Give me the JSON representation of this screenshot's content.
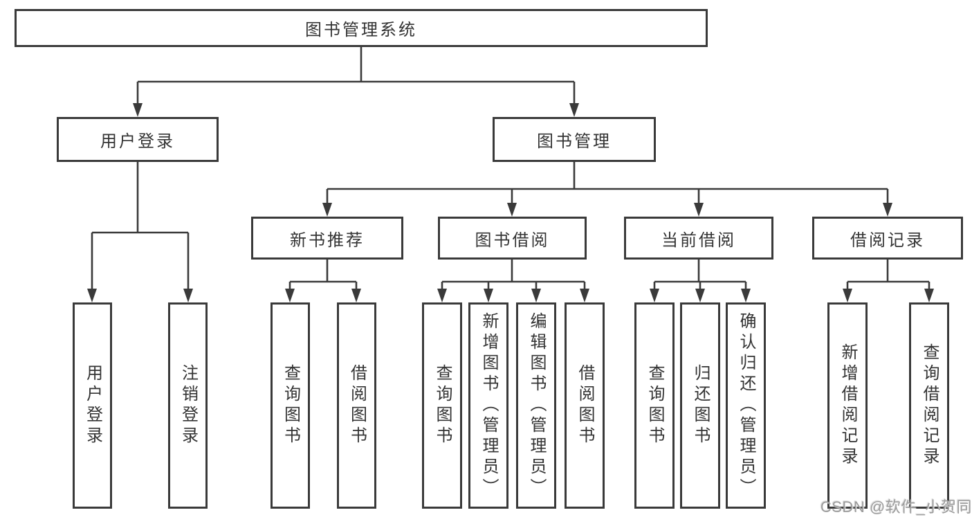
{
  "diagram_title": "图书管理系统",
  "tree": {
    "root": {
      "label": "图书管理系统",
      "children": [
        {
          "label": "用户登录",
          "children": [
            {
              "label": "用户登录"
            },
            {
              "label": "注销登录"
            }
          ]
        },
        {
          "label": "图书管理",
          "children": [
            {
              "label": "新书推荐",
              "children": [
                {
                  "label": "查询图书"
                },
                {
                  "label": "借阅图书"
                }
              ]
            },
            {
              "label": "图书借阅",
              "children": [
                {
                  "label": "查询图书"
                },
                {
                  "label": "新增图书（管理员）"
                },
                {
                  "label": "编辑图书（管理员）"
                },
                {
                  "label": "借阅图书"
                }
              ]
            },
            {
              "label": "当前借阅",
              "children": [
                {
                  "label": "查询图书"
                },
                {
                  "label": "归还图书"
                },
                {
                  "label": "确认归还（管理员）"
                }
              ]
            },
            {
              "label": "借阅记录",
              "children": [
                {
                  "label": "新增借阅记录"
                },
                {
                  "label": "查询借阅记录"
                }
              ]
            }
          ]
        }
      ]
    }
  },
  "watermark": {
    "text": "CSDN @软件_小贺同学"
  },
  "colors": {
    "background": "#ffffff",
    "box_border": "#3a3a3a",
    "box_fill": "#ffffff",
    "line": "#3a3a3a",
    "text": "#333333",
    "watermark": "#9c9c9c"
  }
}
